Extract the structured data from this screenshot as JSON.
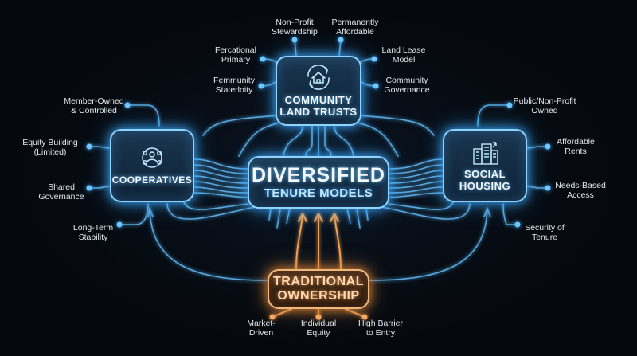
{
  "center": {
    "line1": "DIVERSIFIED",
    "line2": "TENURE MODELS"
  },
  "land_trusts": {
    "title_line1": "COMMUNITY",
    "title_line2": "LAND TRUSTS",
    "icon": "house-cycle-icon",
    "features": {
      "nonprofit": "Non-Profit\nStewardship",
      "permanent": "Permanently\nAffordable",
      "fractional": "Fercational\nPrimary",
      "landlease": "Land Lease\nModel",
      "community_stat": "Femmunity\nStaterloity",
      "community_gov": "Community\nGovernance"
    }
  },
  "cooperatives": {
    "title": "COOPERATIVES",
    "icon": "people-group-icon",
    "features": {
      "member": "Member-Owned\n& Controlled",
      "equity": "Equity Building\n(Limited)",
      "shared": "Shared\nGovernance",
      "stability": "Long-Term\nStability"
    }
  },
  "social_housing": {
    "title_line1": "SOCIAL",
    "title_line2": "HOUSING",
    "icon": "apartment-building-icon",
    "features": {
      "public": "Public/Non-Profit\nOwned",
      "affordable": "Affordable\nRents",
      "needs": "Needs-Based\nAccess",
      "security": "Security of\nTenure"
    }
  },
  "traditional": {
    "title_line1": "TRADITIONAL",
    "title_line2": "OWNERSHIP",
    "features": {
      "market": "Market-\nDriven",
      "individual": "Individual\nEquity",
      "barrier": "High Barrier\nto Entry"
    }
  },
  "colors": {
    "blue_glow": "#3aa8ff",
    "orange_glow": "#e08a3c",
    "background": "#05080c"
  }
}
